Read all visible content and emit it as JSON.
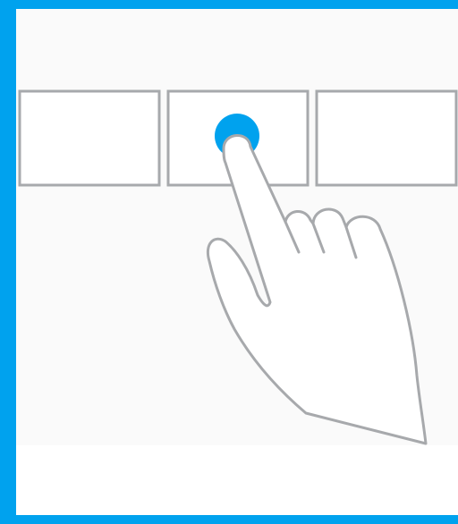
{
  "colors": {
    "frame": "#00A2EE",
    "panel": "#FFFFFF",
    "surface": "#FAFAFA",
    "tile_stroke": "#A7A9AC",
    "hand_stroke": "#A7A9AC",
    "touch_indicator": "#00A2EE"
  },
  "gesture": {
    "type": "tap",
    "target_tile": 2,
    "tile_count": 3
  },
  "icons": {
    "hand": "hand-pointer-icon",
    "touch": "touch-indicator-icon"
  }
}
